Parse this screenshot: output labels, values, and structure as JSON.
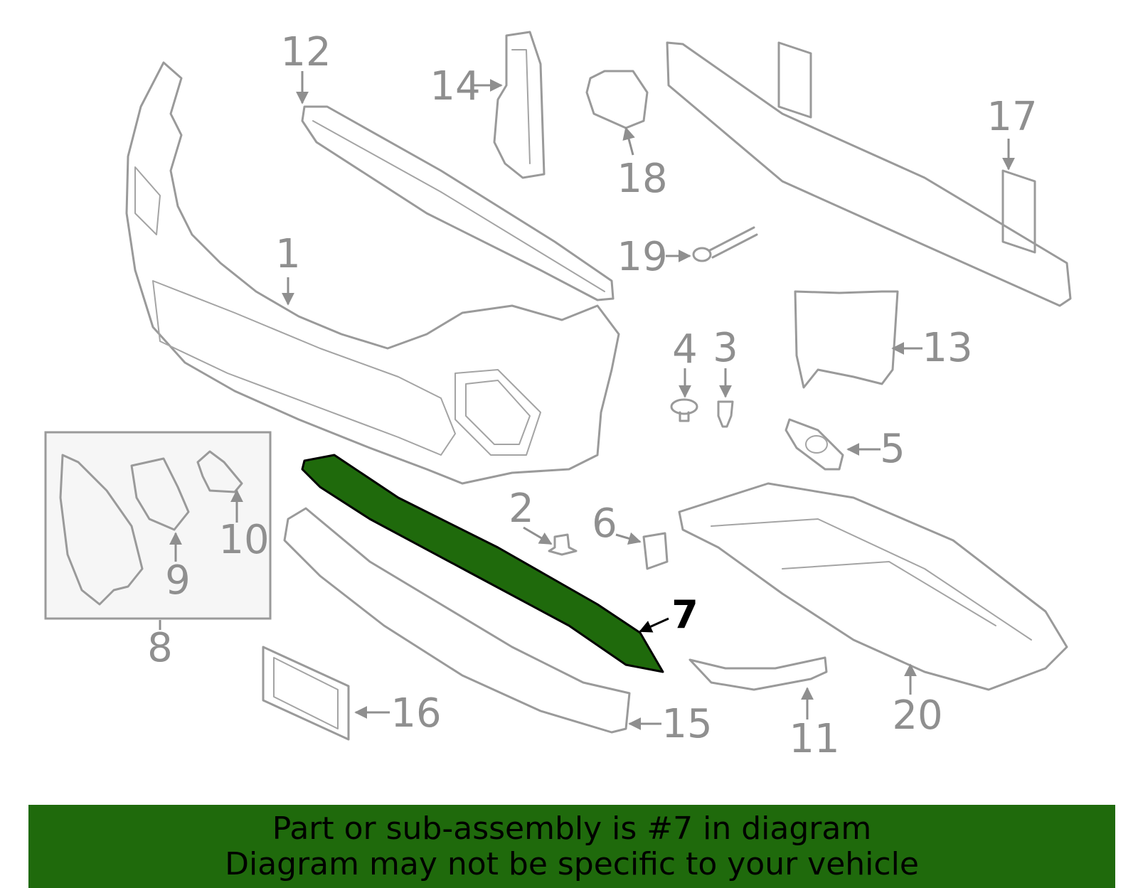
{
  "diagram": {
    "highlight_color": "#1f6a0c",
    "part_line_color": "#9a9a9a",
    "callouts": [
      {
        "id": "1",
        "label": "1"
      },
      {
        "id": "2",
        "label": "2"
      },
      {
        "id": "3",
        "label": "3"
      },
      {
        "id": "4",
        "label": "4"
      },
      {
        "id": "5",
        "label": "5"
      },
      {
        "id": "6",
        "label": "6"
      },
      {
        "id": "7",
        "label": "7"
      },
      {
        "id": "8",
        "label": "8"
      },
      {
        "id": "9",
        "label": "9"
      },
      {
        "id": "10",
        "label": "10"
      },
      {
        "id": "11",
        "label": "11"
      },
      {
        "id": "12",
        "label": "12"
      },
      {
        "id": "13",
        "label": "13"
      },
      {
        "id": "14",
        "label": "14"
      },
      {
        "id": "15",
        "label": "15"
      },
      {
        "id": "16",
        "label": "16"
      },
      {
        "id": "17",
        "label": "17"
      },
      {
        "id": "18",
        "label": "18"
      },
      {
        "id": "19",
        "label": "19"
      },
      {
        "id": "20",
        "label": "20"
      }
    ]
  },
  "banner": {
    "background": "#1f6a0c",
    "line1": "Part or sub-assembly is #7 in diagram",
    "line2": "Diagram may not be specific to your vehicle"
  }
}
